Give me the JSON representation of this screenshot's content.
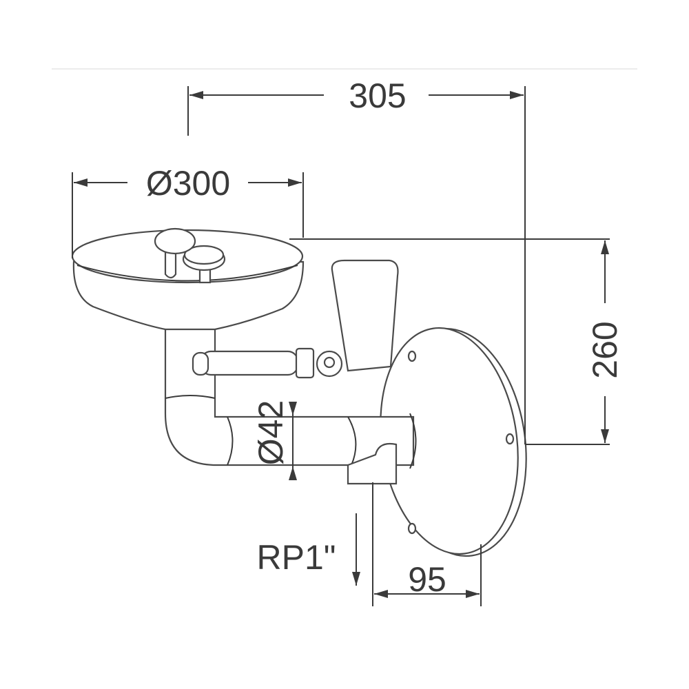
{
  "drawing": {
    "dimensions": {
      "overall_depth": "305",
      "bowl_diameter": "Ø300",
      "height": "260",
      "pipe_diameter": "Ø42",
      "inlet_thread": "RP1\"",
      "plate_depth": "95"
    },
    "colors": {
      "line": "#3a3a3a",
      "background": "#ffffff"
    }
  }
}
